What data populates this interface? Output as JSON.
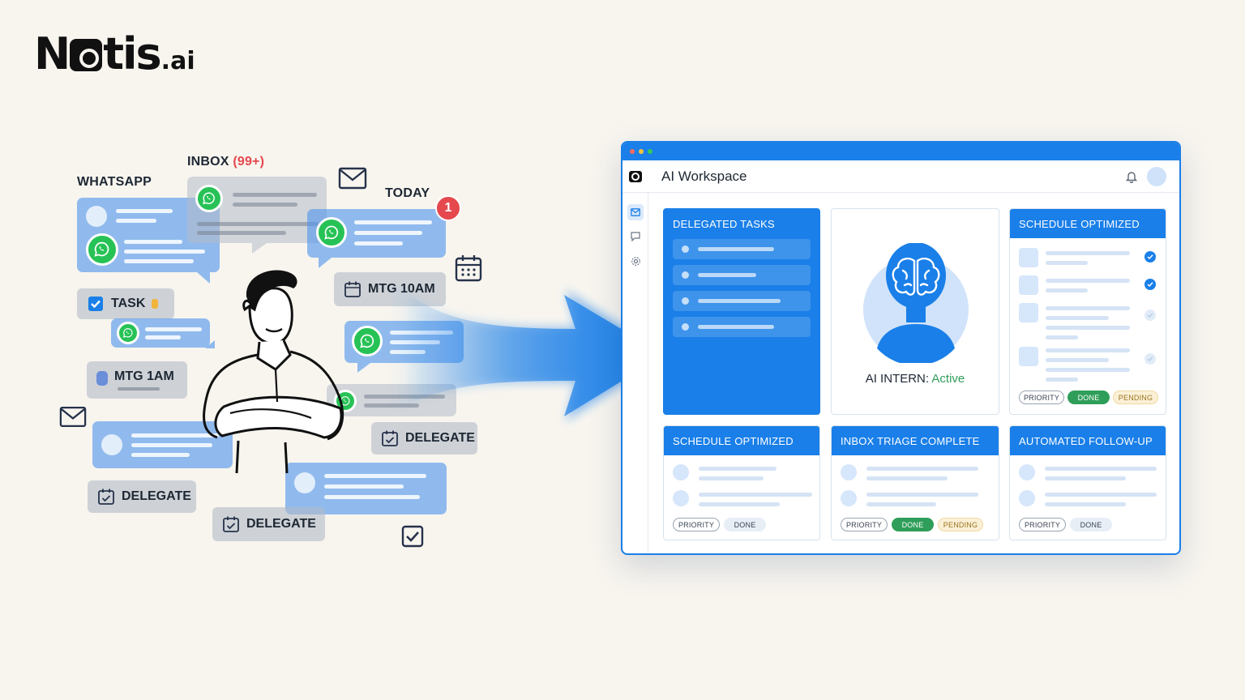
{
  "brand": {
    "logo_main": "N",
    "logo_rest": "tis",
    "logo_suffix": ".ai"
  },
  "collage": {
    "label_whatsapp": "WHATSAPP",
    "label_inbox": "INBOX",
    "label_inbox_count": "(99+)",
    "label_today": "TODAY",
    "notification_count": "1",
    "chip_task": "TASK",
    "chip_mtg_10am": "MTG 10AM",
    "chip_mtg_1am": "MTG 1AM",
    "chip_delegate": "DELEGATE",
    "icons": [
      "mail-icon",
      "calendar-icon",
      "checkbox-icon",
      "whatsapp-icon",
      "hand-icon"
    ]
  },
  "workspace": {
    "title": "AI Workspace",
    "cards": {
      "delegated": {
        "title": "DELEGATED TASKS"
      },
      "intern": {
        "label": "AI INTERN:",
        "status": "Active"
      },
      "schedule_top": {
        "title": "SCHEDULE OPTIMIZED",
        "pills": [
          "PRIORITY",
          "DONE",
          "PENDING"
        ]
      },
      "schedule_bottom": {
        "title": "SCHEDULE OPTIMIZED",
        "pills": [
          "PRIORITY",
          "DONE"
        ]
      },
      "inbox": {
        "title": "INBOX TRIAGE COMPLETE",
        "pills": [
          "PRIORITY",
          "DONE",
          "PENDING"
        ]
      },
      "followup": {
        "title": "AUTOMATED FOLLOW-UP",
        "pills": [
          "PRIORITY",
          "DONE"
        ]
      }
    }
  },
  "colors": {
    "accent": "#1a7fe8",
    "background": "#f8f5ef",
    "whatsapp": "#27c256",
    "done": "#2f9e5a",
    "pending": "#fbf0d6",
    "alert": "#e5484d"
  }
}
